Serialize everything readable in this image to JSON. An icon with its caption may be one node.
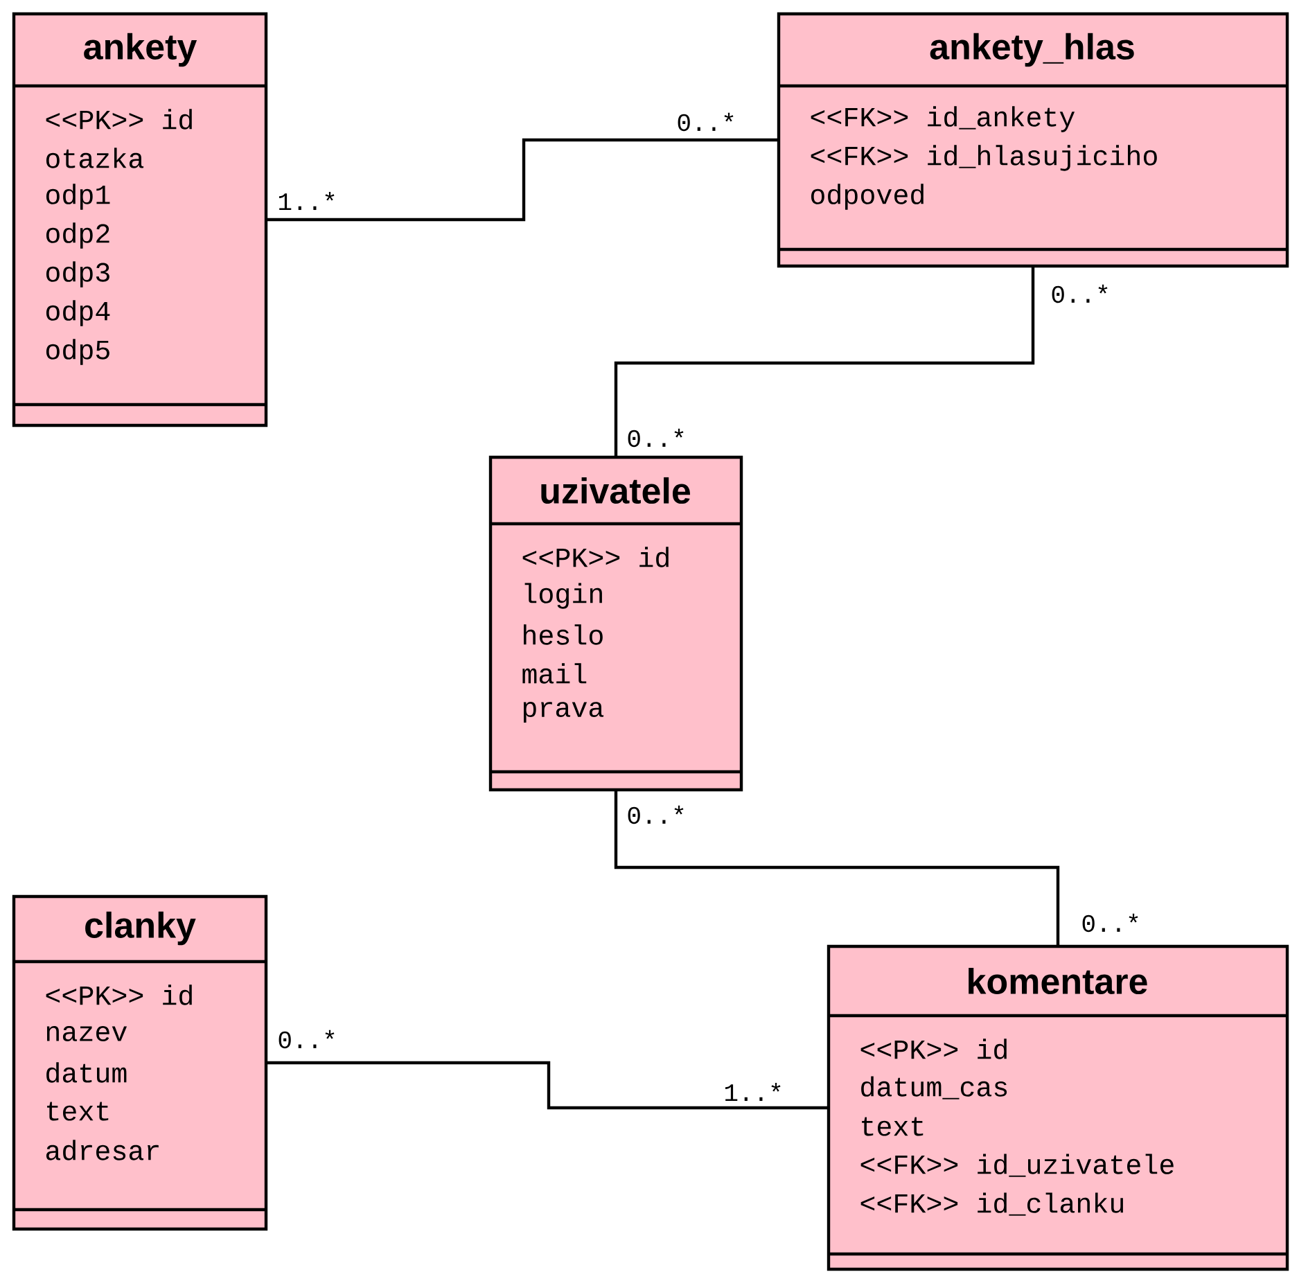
{
  "diagram": {
    "nodes": [
      {
        "text": [
          "ankety",
          "<<PK>> id",
          "otazka",
          "odp1",
          "odp2",
          "odp3",
          "odp4",
          "odp5"
        ]
      },
      {
        "text": [
          "ankety_hlas",
          "<<FK>> id_ankety",
          "<<FK>> id_hlasujiciho",
          "odpoved"
        ]
      },
      {
        "text": [
          "uzivatele",
          "<<PK>> id",
          "login",
          "heslo",
          "mail",
          "prava"
        ]
      },
      {
        "text": [
          "clanky",
          "<<PK>> id",
          "nazev",
          "datum",
          "text",
          "adresar"
        ]
      },
      {
        "text": [
          "komentare",
          "<<PK>> id",
          "datum_cas",
          "text",
          "<<FK>> id_uzivatele",
          "<<FK>> id_clanku"
        ]
      }
    ],
    "edges": [
      {
        "from": 0,
        "to": 1,
        "arrow": "none"
      },
      {
        "from": 1,
        "to": 2,
        "arrow": "none"
      },
      {
        "from": 2,
        "to": 4,
        "arrow": "none"
      },
      {
        "from": 3,
        "to": 4,
        "arrow": "none"
      }
    ],
    "labels": [
      "0..*",
      "1..*",
      "0..*",
      "0..*",
      "0..*",
      "0..*",
      "0..*",
      "1..*"
    ]
  }
}
